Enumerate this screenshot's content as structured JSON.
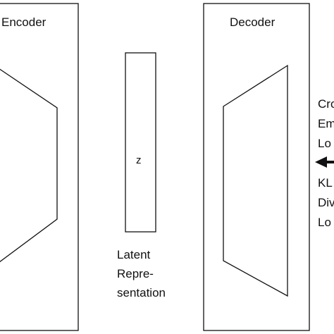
{
  "encoder": {
    "title": "Encoder"
  },
  "latent": {
    "symbol": "z",
    "caption": [
      "Latent",
      "Repre-",
      "sentation"
    ]
  },
  "decoder": {
    "title": "Decoder"
  },
  "losses": {
    "cross_entropy": [
      "Cro",
      "Em",
      "Lo"
    ],
    "kl_divergence": [
      "KL",
      "Div",
      "Lo"
    ]
  }
}
